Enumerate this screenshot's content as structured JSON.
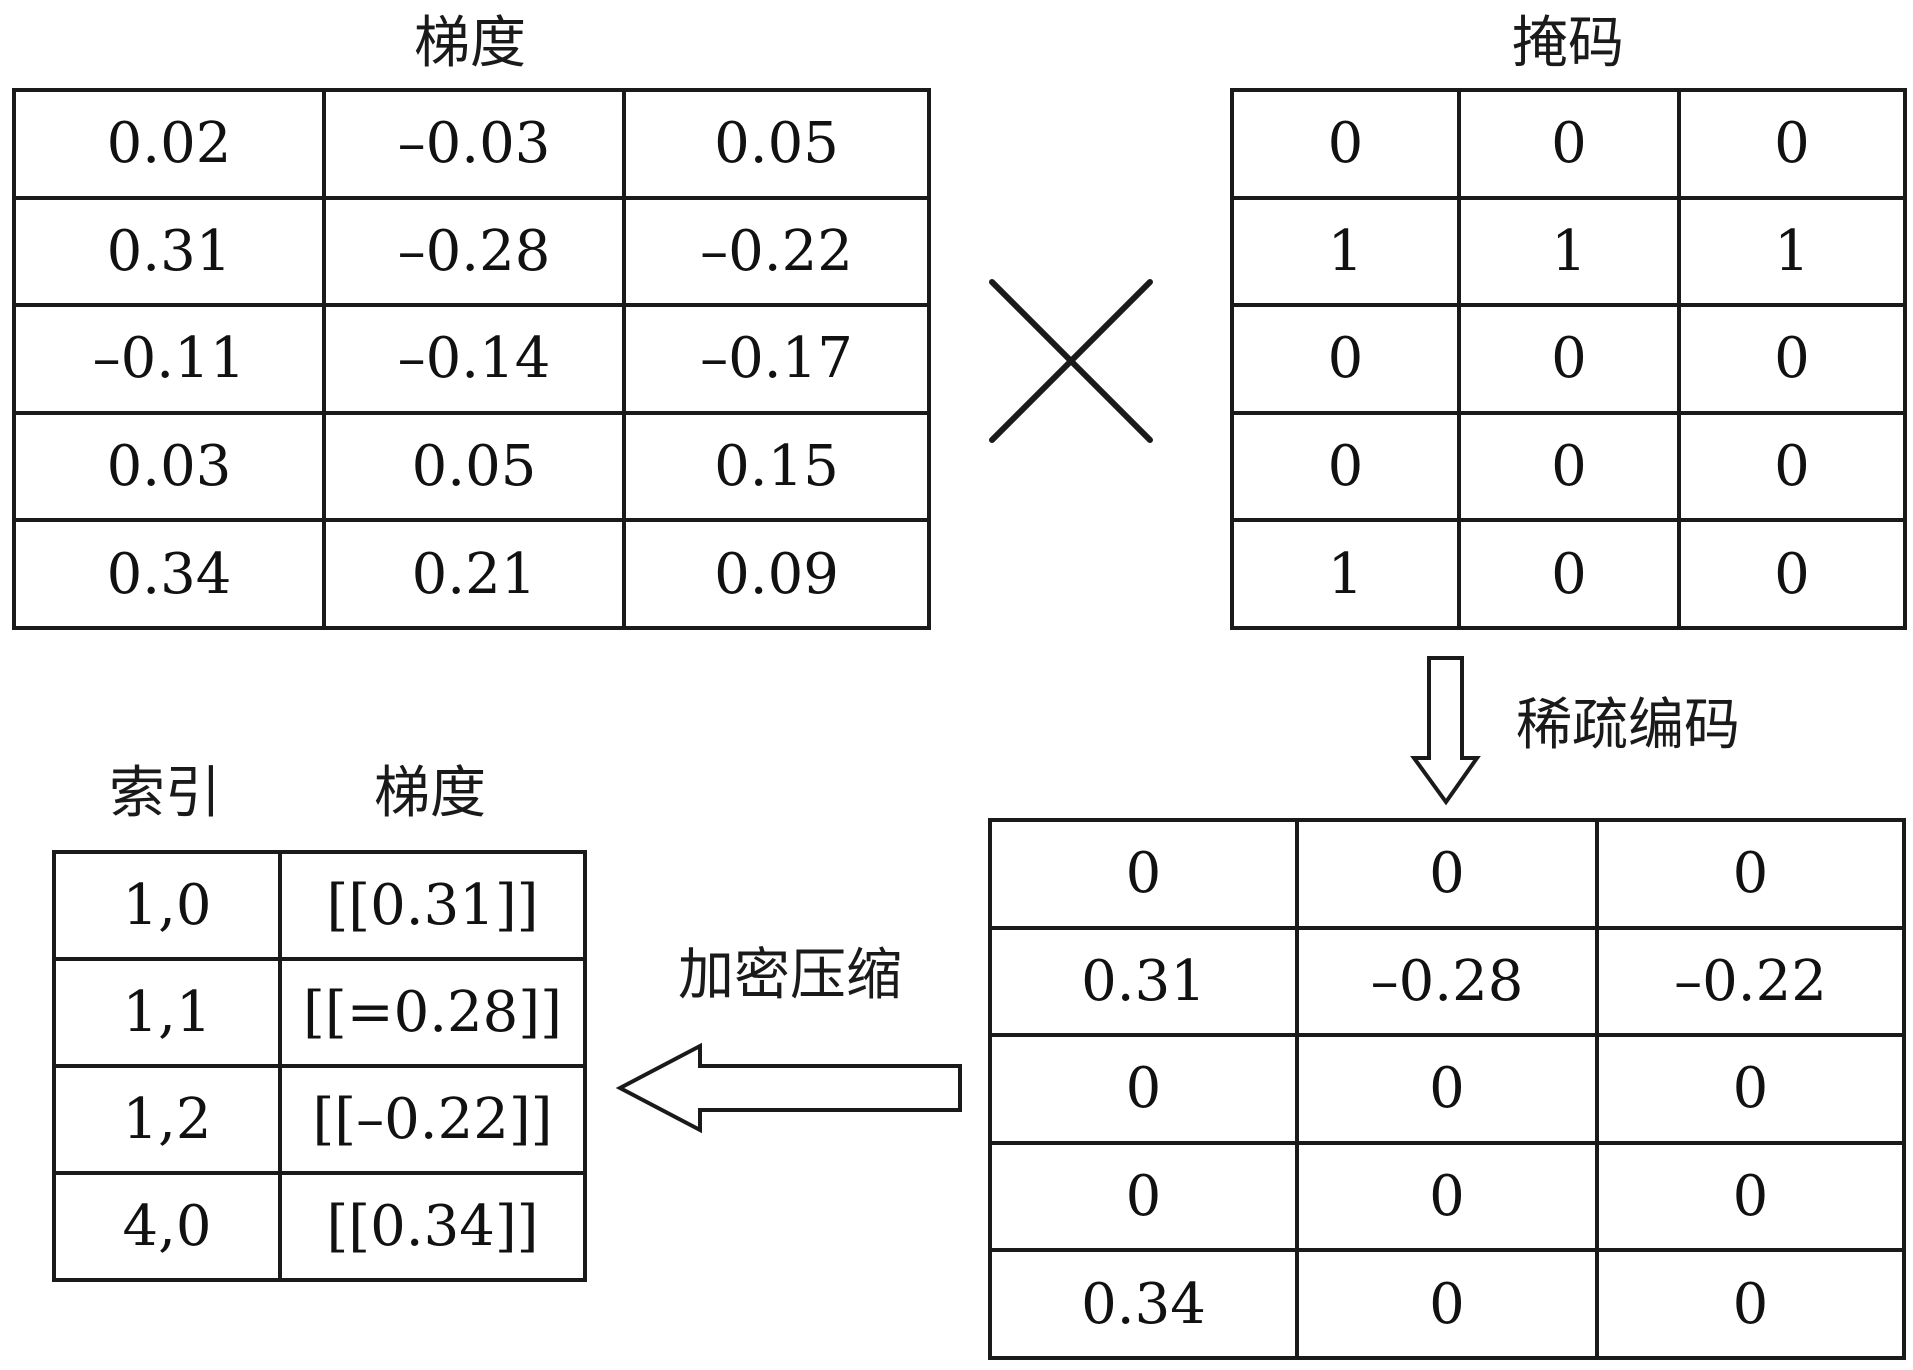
{
  "gradient": {
    "title": "梯度",
    "rows": [
      [
        "0.02",
        "–0.03",
        "0.05"
      ],
      [
        "0.31",
        "–0.28",
        "–0.22"
      ],
      [
        "–0.11",
        "–0.14",
        "–0.17"
      ],
      [
        "0.03",
        "0.05",
        "0.15"
      ],
      [
        "0.34",
        "0.21",
        "0.09"
      ]
    ]
  },
  "operator": "×",
  "mask": {
    "title": "掩码",
    "rows": [
      [
        "0",
        "0",
        "0"
      ],
      [
        "1",
        "1",
        "1"
      ],
      [
        "0",
        "0",
        "0"
      ],
      [
        "0",
        "0",
        "0"
      ],
      [
        "1",
        "0",
        "0"
      ]
    ]
  },
  "step_sparse": {
    "label": "稀疏编码"
  },
  "sparse": {
    "rows": [
      [
        "0",
        "0",
        "0"
      ],
      [
        "0.31",
        "–0.28",
        "–0.22"
      ],
      [
        "0",
        "0",
        "0"
      ],
      [
        "0",
        "0",
        "0"
      ],
      [
        "0.34",
        "0",
        "0"
      ]
    ]
  },
  "step_encrypt": {
    "label": "加密压缩"
  },
  "result": {
    "headers": [
      "索引",
      "梯度"
    ],
    "rows": [
      [
        "1,0",
        "[[0.31]]"
      ],
      [
        "1,1",
        "[[=0.28]]"
      ],
      [
        "1,2",
        "[[–0.22]]"
      ],
      [
        "4,0",
        "[[0.34]]"
      ]
    ]
  }
}
